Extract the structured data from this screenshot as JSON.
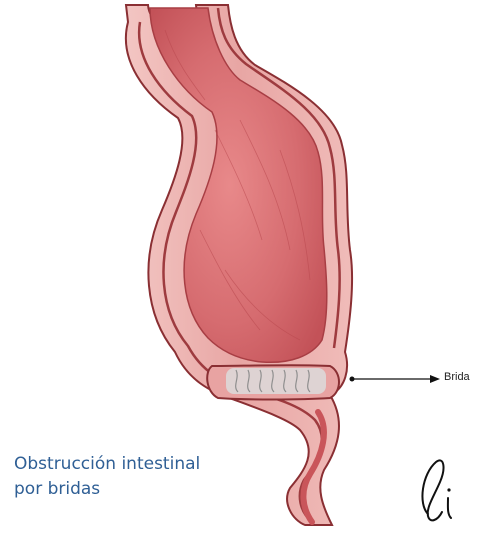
{
  "caption": {
    "line1": "Obstrucción intestinal",
    "line2": "por bridas",
    "color": "#2f5f95"
  },
  "annotation": {
    "label": "Brida"
  },
  "signature": {
    "text": "ℓi"
  },
  "colors": {
    "tissue_light": "#e49a9a",
    "tissue_dark": "#c9555a",
    "wall_outline": "#8a2f33",
    "lumen": "#d46b6f",
    "adhesion": "#dcdcdc"
  }
}
